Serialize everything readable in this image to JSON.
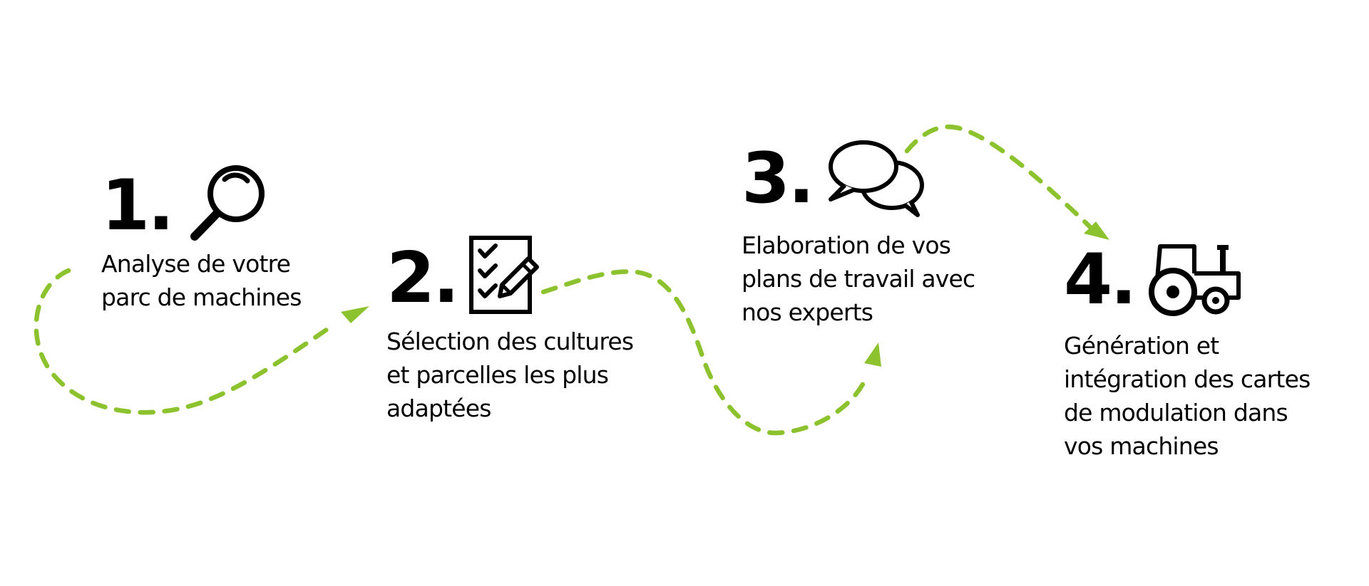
{
  "colors": {
    "path": "#8dc22f",
    "ink": "#000000",
    "background": "#ffffff"
  },
  "steps": [
    {
      "number": "1.",
      "icon": "magnifier-icon",
      "lines": [
        "Analyse de votre",
        "parc de machines"
      ]
    },
    {
      "number": "2.",
      "icon": "checklist-pencil-icon",
      "lines": [
        "Sélection des cultures",
        "et parcelles les plus",
        "adaptées"
      ]
    },
    {
      "number": "3.",
      "icon": "chat-bubbles-icon",
      "lines": [
        "Elaboration de vos",
        "plans de travail avec",
        "nos experts"
      ]
    },
    {
      "number": "4.",
      "icon": "tractor-icon",
      "lines": [
        "Génération et",
        "intégration des cartes",
        "de modulation dans",
        "vos machines"
      ]
    }
  ]
}
